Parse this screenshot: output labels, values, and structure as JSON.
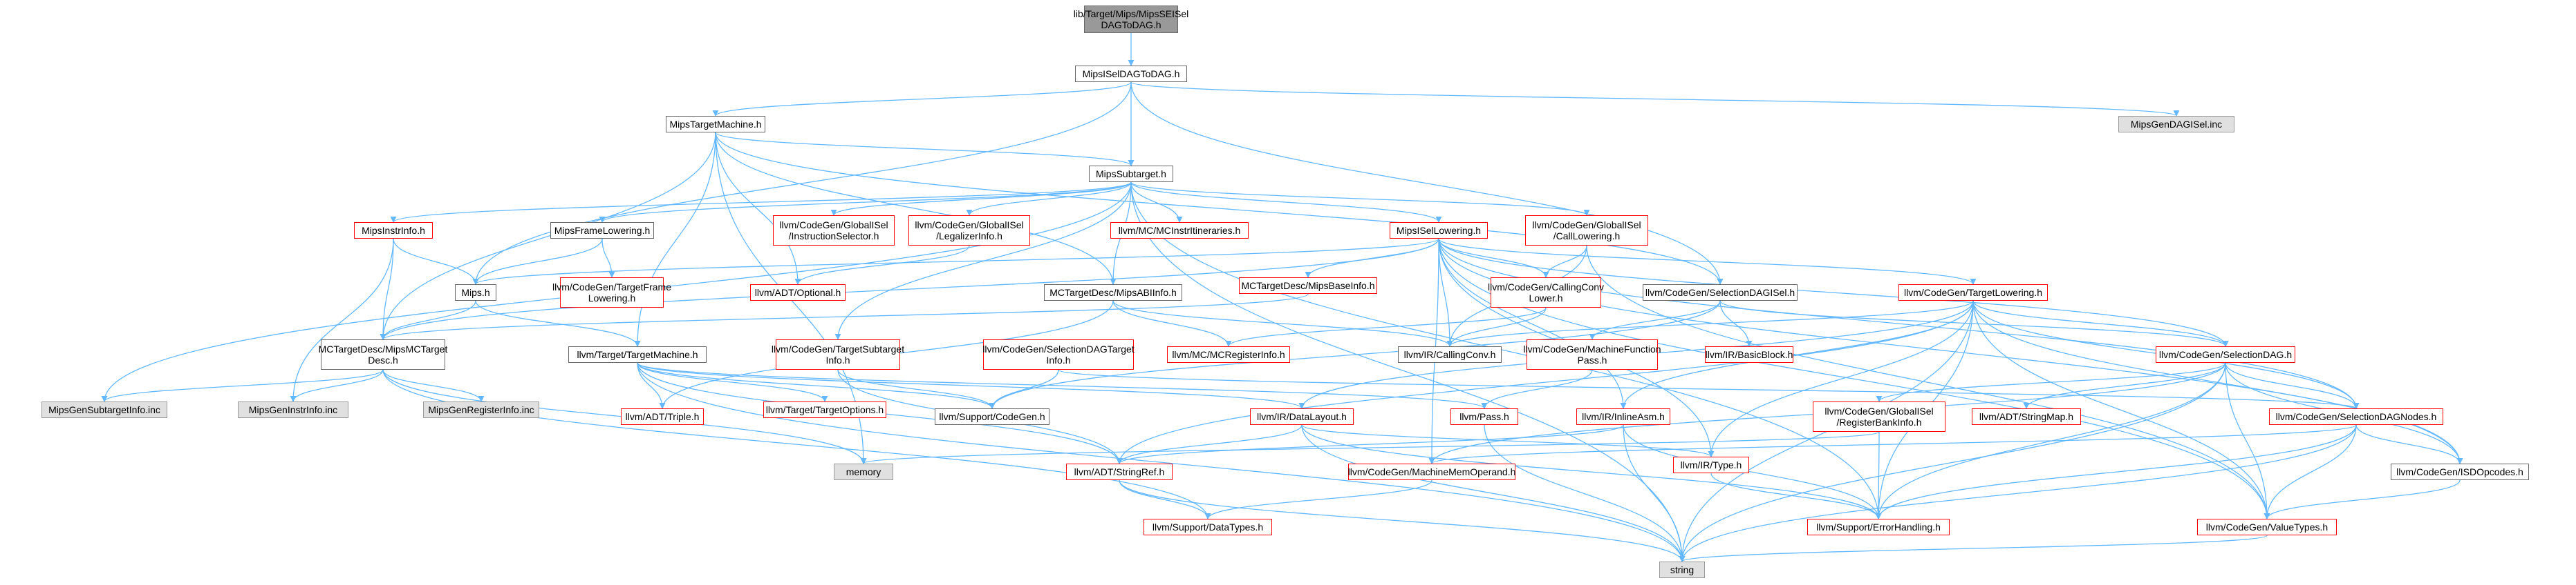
{
  "colors": {
    "edge": "#63b8ff",
    "node_border": "#666666",
    "missing_border": "#ff0000",
    "external_fill": "#e0e0e0",
    "root_fill": "#999999"
  },
  "nodes": {
    "root": "lib/Target/Mips/MipsSEISel\nDAGToDAG.h",
    "seisel": "MipsISelDAGToDAG.h",
    "tm": "MipsTargetMachine.h",
    "gendagisel": "MipsGenDAGISel.inc",
    "subtarget": "MipsSubtarget.h",
    "instrinfo": "MipsInstrInfo.h",
    "framelowering": "MipsFrameLowering.h",
    "gisel_isel": "llvm/CodeGen/GlobalISel\n/InstructionSelector.h",
    "gisel_legal": "llvm/CodeGen/GlobalISel\n/LegalizerInfo.h",
    "mcinstritin": "llvm/MC/MCInstrItineraries.h",
    "isellowering": "MipsISelLowering.h",
    "gisel_call": "llvm/CodeGen/GlobalISel\n/CallLowering.h",
    "mips_h": "Mips.h",
    "tfl": "llvm/CodeGen/TargetFrame\nLowering.h",
    "optional": "llvm/ADT/Optional.h",
    "abiinfo": "MCTargetDesc/MipsABIInfo.h",
    "baseinfo": "MCTargetDesc/MipsBaseInfo.h",
    "callingconvlower": "llvm/CodeGen/CallingConv\nLower.h",
    "seldagisel": "llvm/CodeGen/SelectionDAGISel.h",
    "targetlowering": "llvm/CodeGen/TargetLowering.h",
    "mctargetdesc": "MCTargetDesc/MipsMCTarget\nDesc.h",
    "targetmachine": "llvm/Target/TargetMachine.h",
    "tsinfo": "llvm/CodeGen/TargetSubtarget\nInfo.h",
    "sdtinfo": "llvm/CodeGen/SelectionDAGTarget\nInfo.h",
    "mcreginfo": "llvm/MC/MCRegisterInfo.h",
    "callingconv": "llvm/IR/CallingConv.h",
    "mfpass": "llvm/CodeGen/MachineFunction\nPass.h",
    "basicblock": "llvm/IR/BasicBlock.h",
    "seldag": "llvm/CodeGen/SelectionDAG.h",
    "gensubinfo": "MipsGenSubtargetInfo.inc",
    "geninstrinfo": "MipsGenInstrInfo.inc",
    "genreginfo": "MipsGenRegisterInfo.inc",
    "triple": "llvm/ADT/Triple.h",
    "targetoptions": "llvm/Target/TargetOptions.h",
    "codegen": "llvm/Support/CodeGen.h",
    "datalayout": "llvm/IR/DataLayout.h",
    "pass": "llvm/Pass.h",
    "inlineasm": "llvm/IR/InlineAsm.h",
    "rbinfo": "llvm/CodeGen/GlobalISel\n/RegisterBankInfo.h",
    "stringmap": "llvm/ADT/StringMap.h",
    "sdnodes": "llvm/CodeGen/SelectionDAGNodes.h",
    "memory": "memory",
    "stringref": "llvm/ADT/StringRef.h",
    "mmo": "llvm/CodeGen/MachineMemOperand.h",
    "irtype": "llvm/IR/Type.h",
    "isdopcodes": "llvm/CodeGen/ISDOpcodes.h",
    "datatypes": "llvm/Support/DataTypes.h",
    "errorhandling": "llvm/Support/ErrorHandling.h",
    "valuetypes": "llvm/CodeGen/ValueTypes.h",
    "string": "string"
  }
}
